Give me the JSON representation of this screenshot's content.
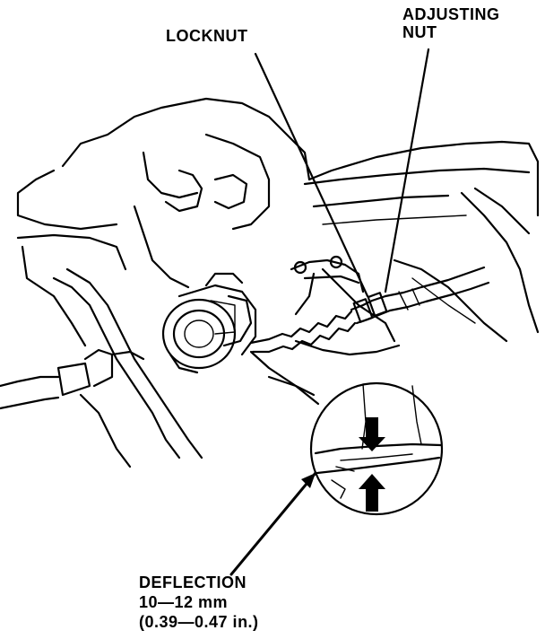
{
  "labels": {
    "locknut": "LOCKNUT",
    "adjusting_nut_line1": "ADJUSTING",
    "adjusting_nut_line2": "NUT",
    "deflection_line1": "DEFLECTION",
    "deflection_line2": "10—12 mm",
    "deflection_line3": "(0.39—0.47 in.)"
  }
}
